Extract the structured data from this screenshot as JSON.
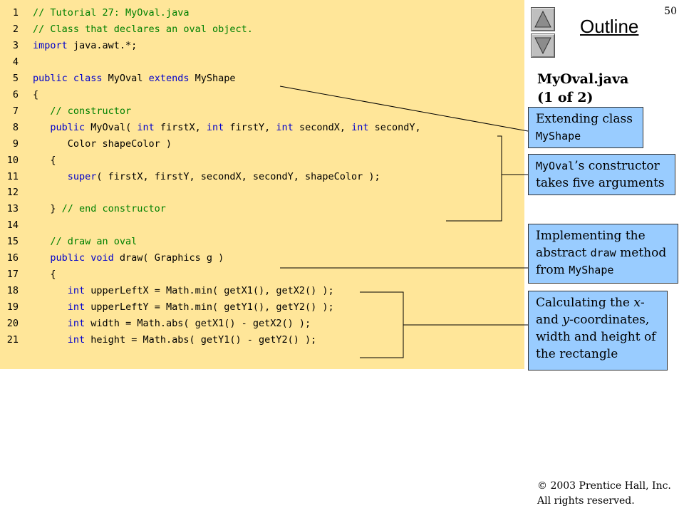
{
  "page": {
    "number": "50"
  },
  "outline": {
    "title": "Outline"
  },
  "navigation": {
    "up_icon": "triangle-up-icon",
    "down_icon": "triangle-down-icon"
  },
  "file": {
    "name": "MyOval.java",
    "part": "(1 of 2)"
  },
  "code_lines": [
    {
      "num": "1",
      "tokens": [
        {
          "t": "// Tutorial 27: MyOval.java",
          "c": "cm"
        }
      ]
    },
    {
      "num": "2",
      "tokens": [
        {
          "t": "// Class that declares an oval object.",
          "c": "cm"
        }
      ]
    },
    {
      "num": "3",
      "tokens": [
        {
          "t": "import",
          "c": "kw"
        },
        {
          "t": " java.awt.*;",
          "c": "tx"
        }
      ]
    },
    {
      "num": "4",
      "tokens": []
    },
    {
      "num": "5",
      "tokens": [
        {
          "t": "public class",
          "c": "kw"
        },
        {
          "t": " MyOval ",
          "c": "tx"
        },
        {
          "t": "extends",
          "c": "kw"
        },
        {
          "t": " MyShape",
          "c": "tx"
        }
      ]
    },
    {
      "num": "6",
      "tokens": [
        {
          "t": "{",
          "c": "tx"
        }
      ]
    },
    {
      "num": "7",
      "tokens": [
        {
          "t": "   // constructor",
          "c": "cm"
        }
      ]
    },
    {
      "num": "8",
      "tokens": [
        {
          "t": "   ",
          "c": "tx"
        },
        {
          "t": "public",
          "c": "kw"
        },
        {
          "t": " MyOval( ",
          "c": "tx"
        },
        {
          "t": "int",
          "c": "kw"
        },
        {
          "t": " firstX, ",
          "c": "tx"
        },
        {
          "t": "int",
          "c": "kw"
        },
        {
          "t": " firstY, ",
          "c": "tx"
        },
        {
          "t": "int",
          "c": "kw"
        },
        {
          "t": " secondX, ",
          "c": "tx"
        },
        {
          "t": "int",
          "c": "kw"
        },
        {
          "t": " secondY,",
          "c": "tx"
        }
      ]
    },
    {
      "num": "9",
      "tokens": [
        {
          "t": "      Color shapeColor )",
          "c": "tx"
        }
      ]
    },
    {
      "num": "10",
      "tokens": [
        {
          "t": "   {",
          "c": "tx"
        }
      ]
    },
    {
      "num": "11",
      "tokens": [
        {
          "t": "      ",
          "c": "tx"
        },
        {
          "t": "super",
          "c": "kw"
        },
        {
          "t": "( firstX, firstY, secondX, secondY, shapeColor );",
          "c": "tx"
        }
      ]
    },
    {
      "num": "12",
      "tokens": []
    },
    {
      "num": "13",
      "tokens": [
        {
          "t": "   } ",
          "c": "tx"
        },
        {
          "t": "// end constructor",
          "c": "cm"
        }
      ]
    },
    {
      "num": "14",
      "tokens": []
    },
    {
      "num": "15",
      "tokens": [
        {
          "t": "   // draw an oval",
          "c": "cm"
        }
      ]
    },
    {
      "num": "16",
      "tokens": [
        {
          "t": "   ",
          "c": "tx"
        },
        {
          "t": "public void",
          "c": "kw"
        },
        {
          "t": " draw( Graphics g )",
          "c": "tx"
        }
      ]
    },
    {
      "num": "17",
      "tokens": [
        {
          "t": "   {",
          "c": "tx"
        }
      ]
    },
    {
      "num": "18",
      "tokens": [
        {
          "t": "      ",
          "c": "tx"
        },
        {
          "t": "int",
          "c": "kw"
        },
        {
          "t": " upperLeftX = Math.min( getX1(), getX2() );",
          "c": "tx"
        }
      ]
    },
    {
      "num": "19",
      "tokens": [
        {
          "t": "      ",
          "c": "tx"
        },
        {
          "t": "int",
          "c": "kw"
        },
        {
          "t": " upperLeftY = Math.min( getY1(), getY2() );",
          "c": "tx"
        }
      ]
    },
    {
      "num": "20",
      "tokens": [
        {
          "t": "      ",
          "c": "tx"
        },
        {
          "t": "int",
          "c": "kw"
        },
        {
          "t": " width = Math.abs( getX1() - getX2() );",
          "c": "tx"
        }
      ]
    },
    {
      "num": "21",
      "tokens": [
        {
          "t": "      ",
          "c": "tx"
        },
        {
          "t": "int",
          "c": "kw"
        },
        {
          "t": " height = Math.abs( getY1() - getY2() );",
          "c": "tx"
        }
      ]
    }
  ],
  "callouts": {
    "extending": {
      "text": "Extending class ",
      "code": "MyShape"
    },
    "constructor": {
      "code": "MyOval",
      "text": "’s constructor takes five arguments"
    },
    "draw": {
      "text1": "Implementing the abstract ",
      "code": "draw",
      "text2": " method from ",
      "code2": "MyShape"
    },
    "calc": {
      "text1": "Calculating the ",
      "x": "x",
      "text2": "- and ",
      "y": "y",
      "text3": "-coordinates, width and height of the rectangle"
    }
  },
  "copyright": {
    "line1": "© 2003 Prentice Hall, Inc.",
    "line2": "All rights reserved."
  },
  "colors": {
    "code_bg": "#ffe699",
    "callout_bg": "#99ccff",
    "keyword": "#0000cc",
    "comment": "#008000"
  }
}
